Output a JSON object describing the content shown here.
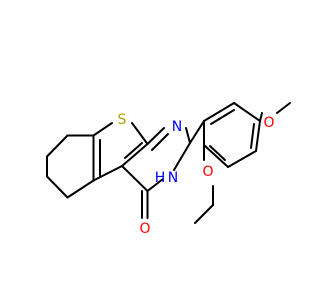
{
  "atoms": [
    {
      "id": "S",
      "text": "S",
      "color": "#b2a000"
    },
    {
      "id": "N1",
      "text": "N",
      "color": "#0000ff"
    },
    {
      "id": "N3",
      "text": "NH",
      "color": "#0000ff",
      "sub": "H"
    },
    {
      "id": "O4",
      "text": "O",
      "color": "#ff0000"
    },
    {
      "id": "OMe_para",
      "text": "O",
      "color": "#ff0000"
    },
    {
      "id": "OMe_ortho",
      "text": "O",
      "color": "#ff0000"
    }
  ],
  "labels": {
    "S": "S",
    "N1": "N",
    "N3_N": "N",
    "N3_H": "H",
    "O4": "O",
    "O_para": "O",
    "O_ortho": "O"
  },
  "colors": {
    "bond": "#000000",
    "sulfur": "#b2a000",
    "nitrogen": "#0000ff",
    "oxygen": "#ff0000",
    "background": "#ffffff"
  }
}
